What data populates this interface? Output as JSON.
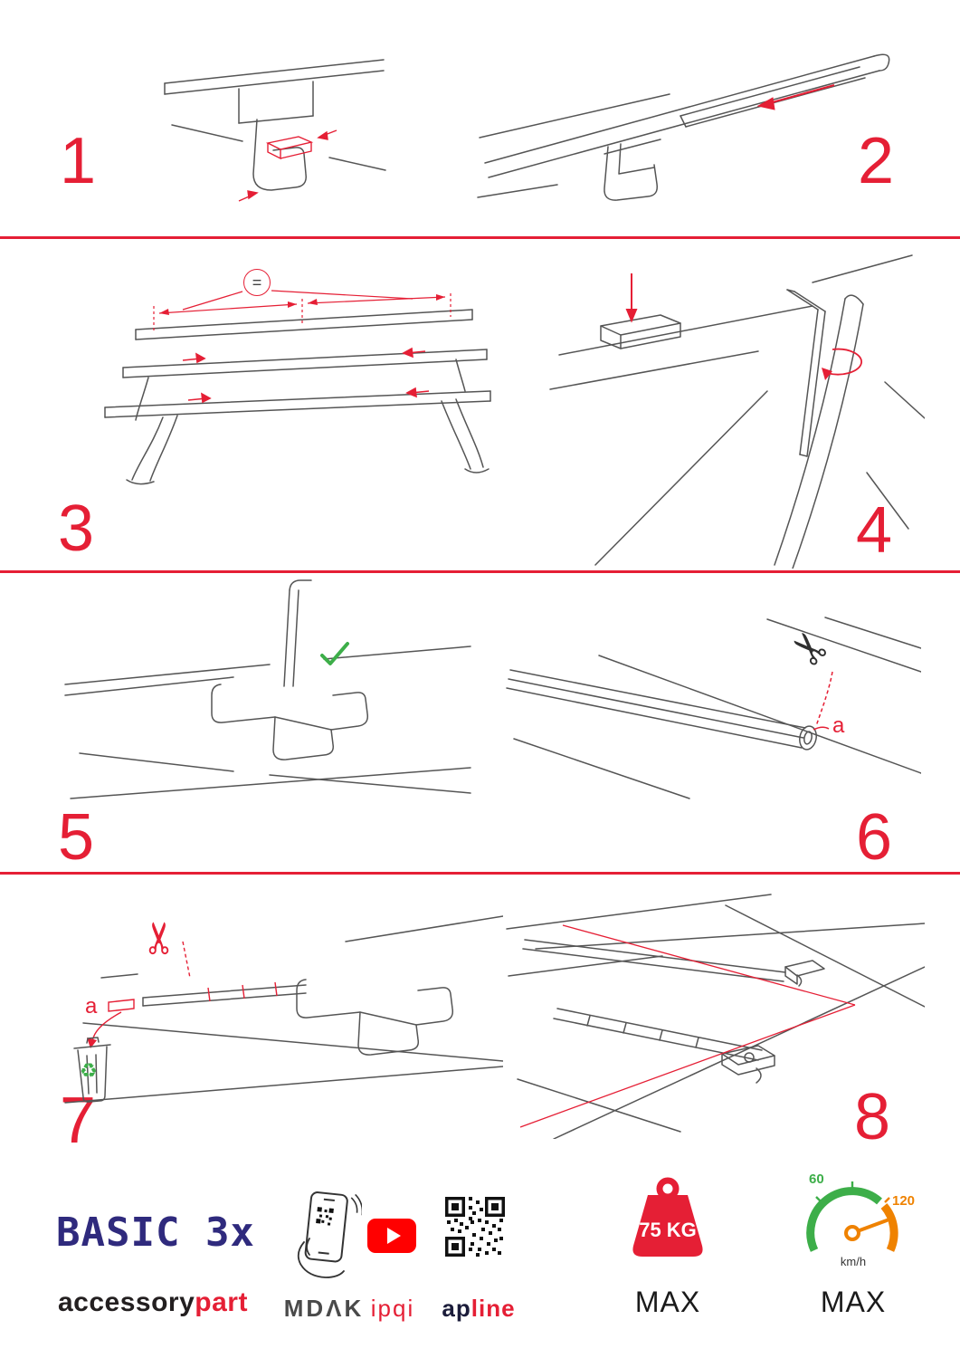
{
  "colors": {
    "accent": "#e51f35",
    "navy": "#2f2a7d",
    "green": "#3dae49",
    "orange": "#ef8200",
    "youtube_red": "#ff0000"
  },
  "steps": [
    {
      "number": "1"
    },
    {
      "number": "2"
    },
    {
      "number": "3",
      "annotation": "="
    },
    {
      "number": "4"
    },
    {
      "number": "5"
    },
    {
      "number": "6",
      "annotation": "a"
    },
    {
      "number": "7",
      "annotation": "a"
    },
    {
      "number": "8"
    }
  ],
  "footer": {
    "product_name": "BASIC 3x",
    "brand_first": "accessory",
    "brand_second": "part",
    "partner_1": "MDΛK",
    "partner_2": "ipqi",
    "partner_3_first": "ap",
    "partner_3_second": "line",
    "max_load": "75 KG",
    "max_load_label": "MAX",
    "speed_low": "60",
    "speed_high": "120",
    "speed_unit": "km/h",
    "speed_label": "MAX"
  }
}
